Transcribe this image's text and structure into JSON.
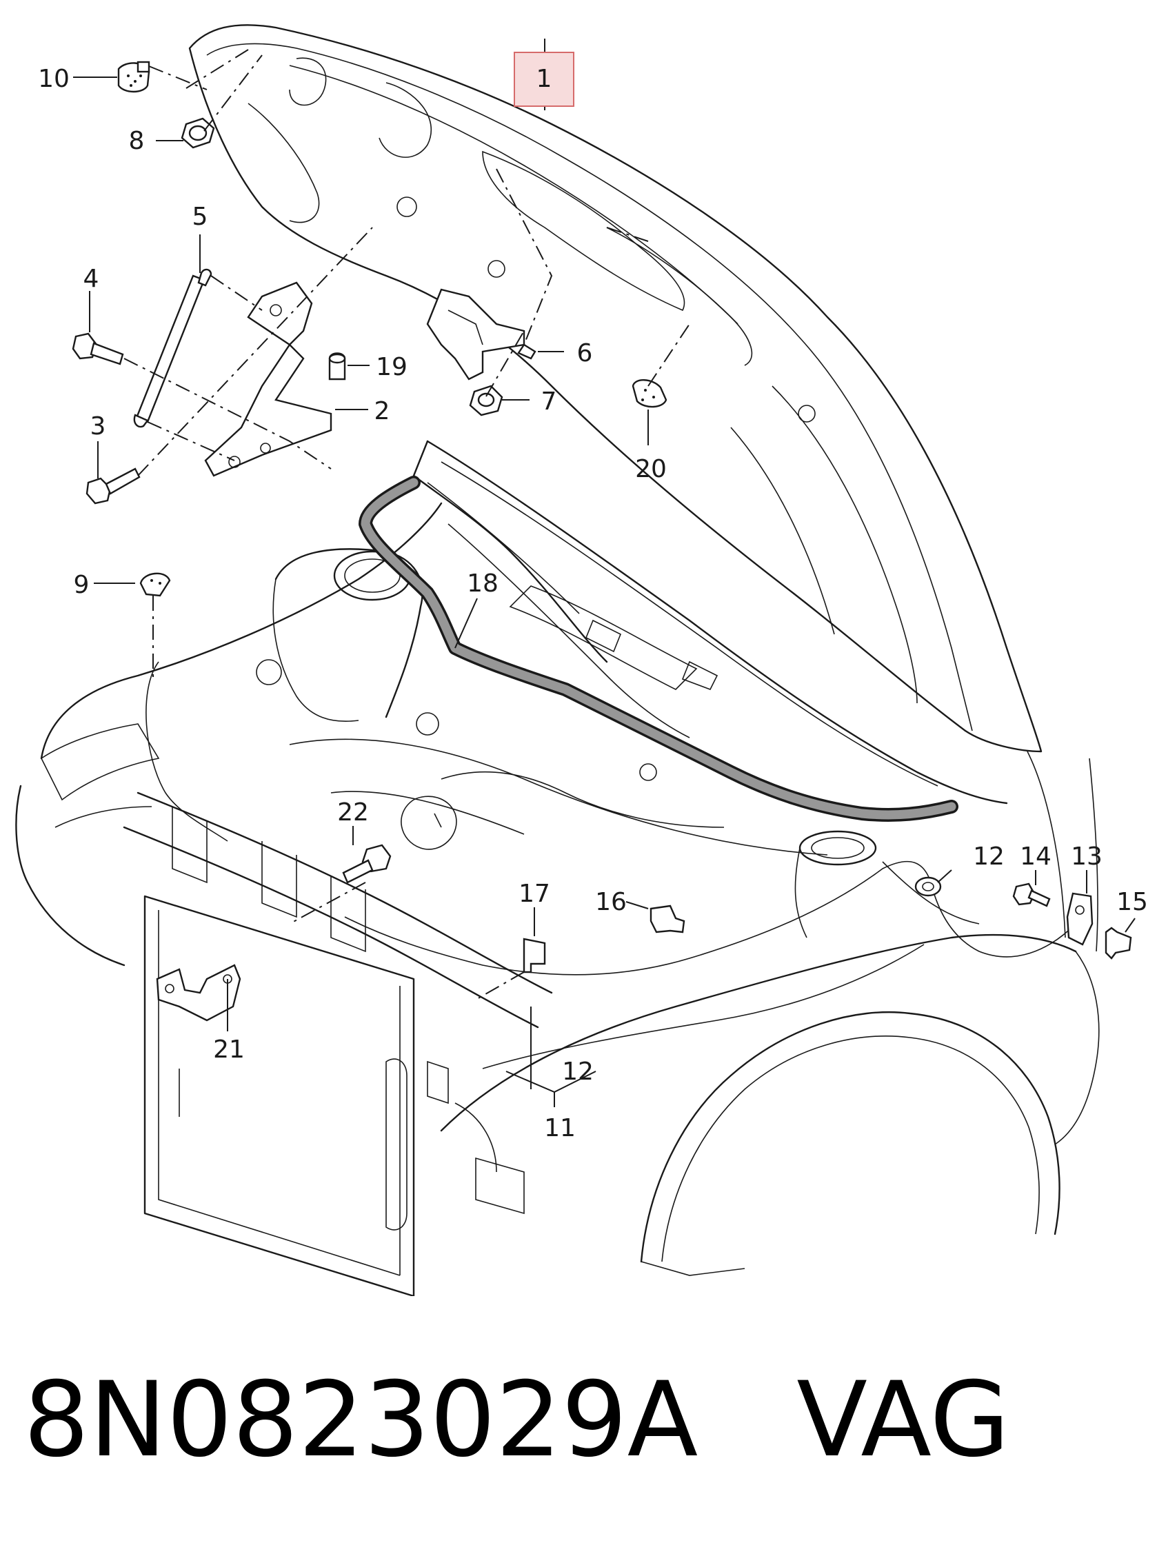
{
  "diagram": {
    "highlighted_label": "1",
    "callouts": [
      "10",
      "8",
      "5",
      "4",
      "19",
      "6",
      "2",
      "7",
      "3",
      "20",
      "9",
      "18",
      "22",
      "17",
      "16",
      "12",
      "14",
      "13",
      "15",
      "21",
      "12",
      "11"
    ]
  },
  "caption": {
    "part_number": "8N0823029A",
    "brand": "VAG"
  }
}
